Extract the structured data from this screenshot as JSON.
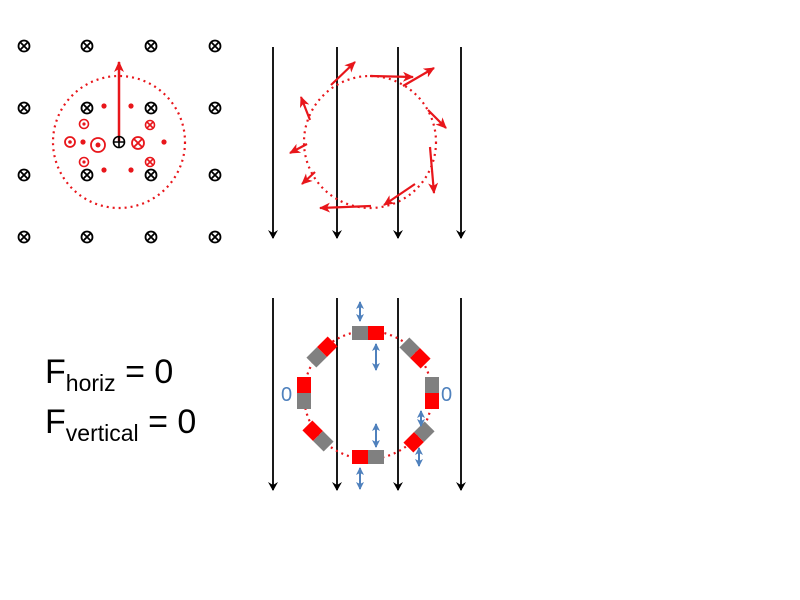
{
  "colors": {
    "field": "#000000",
    "current": "#e8161b",
    "magnet_north": "#ff0000",
    "magnet_south": "#808080",
    "force": "#4f81bd"
  },
  "equations": {
    "horiz": {
      "base": "F",
      "subscript": "horiz",
      "rhs": " = 0"
    },
    "vertical": {
      "base": "F",
      "subscript": "vertical",
      "rhs": " = 0"
    }
  },
  "zero_force_marks": {
    "left": "0",
    "right": "0"
  },
  "icons": {
    "field_into_page": "cross-circle-icon",
    "current_out_of_page": "dot-circle-icon",
    "current_into_page": "cross-circle-icon",
    "force_arrow": "double-arrow-icon"
  }
}
